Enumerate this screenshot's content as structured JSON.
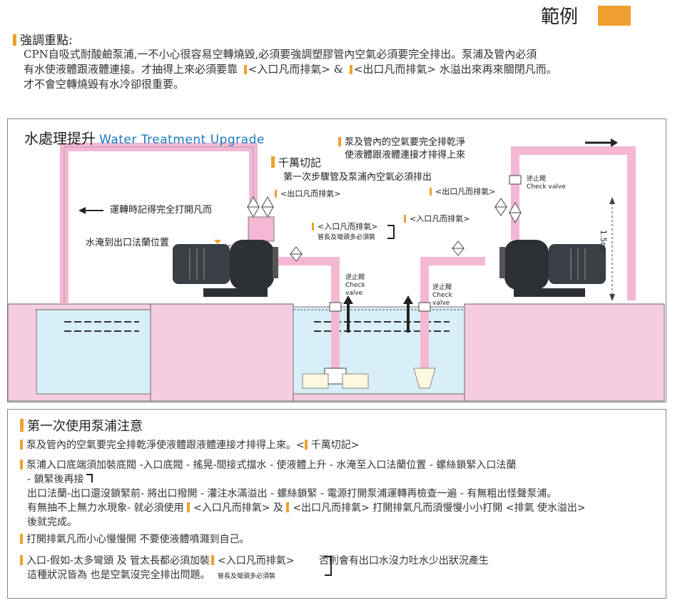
{
  "page_title": "範例",
  "emphasis": {
    "heading": "強調重點:",
    "lines": [
      "CPN自吸式耐酸鹼泵浦,一不小心很容易空轉燒毀,必須要強調塑膠管內空氣必須要完全排出。泵浦及管內必須",
      "有水使液體跟液體連接。才抽得上來必須要靠",
      "<入口凡而排氣>",
      "&",
      "<出口凡而排氣>",
      "水溢出來再來關閉凡而。",
      "才不會空轉燒毀有水冷卻很重要。"
    ]
  },
  "diagram": {
    "title_zh": "水處理提升",
    "title_en": "Water Treatment Upgrade",
    "top_note_1": "泵及管內的空氣要完全排乾淨",
    "top_note_2": "使液體跟液體連接才排得上來",
    "warning_heading": "千萬切記",
    "warning_text": "第一次步驟管及泵浦內空氣必須排出",
    "outlet_vent_left": "<出口凡而排氣>",
    "outlet_vent_right": "<出口凡而排氣>",
    "run_note": "運轉時記得完全打開凡而",
    "inlet_vent_mid": "<入口凡而排氣>",
    "inlet_vent_mid_sub": "管長及彎頭多必須裝",
    "inlet_vent_right": "<入口凡而排氣>",
    "submerge_note": "水淹到出口法蘭位置",
    "check_valve_zh": "逆止閥",
    "check_valve_en_1": "Check",
    "check_valve_en_2": "valve",
    "check_valve_top_zh": "逆止閥",
    "check_valve_top_en": "Check valve",
    "height_label": "1.5m",
    "colors": {
      "pink": "#f6cde0",
      "pipe": "#f4b8d4",
      "water": "#d8eef8",
      "accent": "#f0a030"
    }
  },
  "first_use": {
    "heading": "第一次使用泵浦注意",
    "item1_a": "泵及管內的空氣要完全排乾淨使液體跟液體連接才排得上來。<",
    "item1_b": "千萬切記>",
    "item2_l1": "泵浦入口底端須加裝底閥 -入口底閥 - 搖晃-間接式擋水 - 使液體上升 - 水淹至入口法蘭位置 -  螺絲鎖緊入口法蘭",
    "item2_l2": "- 鎖緊後再接",
    "item2_l3": "出口法蘭-出口還沒鎖緊前- 將出口撥開 -   灌注水滿溢出 - 螺絲鎖緊 - 電源打開泵浦運轉再檢查一遍 - 有無粗出怪聲泵浦。",
    "item2_l4a": "有無抽不上無力水現象- 就必須使用",
    "item2_l4b": "<入口凡而排氣>",
    "item2_l4c": "及",
    "item2_l4d": "<出口凡而排氣>",
    "item2_l4e": "打開排氣凡而須慢慢小小打開 <排氣 使水溢出>",
    "item2_l5": "後就完成。",
    "item3": "打開排氣凡而小心慢慢開 不要使液體噴濺到自己。",
    "item4_l1a": "入口-假如-太多彎頭 及 管太長都必須加裝",
    "item4_l1b": "<入口凡而排氣>",
    "item4_l1c": "否則會有出口水沒力吐水少出狀況產生",
    "item4_l2": "這種狀況皆為 也是空氣沒完全排出問題。",
    "item4_sub": "管長及彎頭多必須裝"
  }
}
